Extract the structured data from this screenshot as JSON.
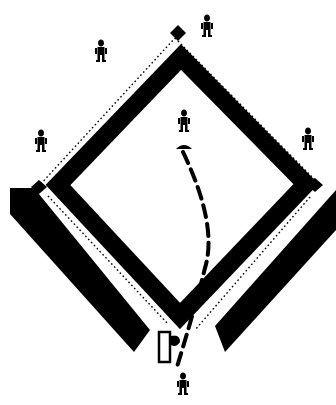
{
  "game": {
    "scene": "baseball-field-overhead",
    "colors": {
      "background": "#ffffff",
      "ink": "#000000"
    },
    "players": [
      {
        "role": "center-fielder",
        "icon": "player-figure-icon"
      },
      {
        "role": "left-fielder",
        "icon": "player-figure-icon"
      },
      {
        "role": "third-baseman",
        "icon": "player-figure-icon"
      },
      {
        "role": "pitcher",
        "icon": "player-figure-icon"
      },
      {
        "role": "first-baseman",
        "icon": "player-figure-icon"
      },
      {
        "role": "batter",
        "icon": "player-figure-icon"
      }
    ],
    "bases": [
      "second-base",
      "third-base",
      "first-base"
    ],
    "ball_path": "pitch-from-mound-to-home-plate"
  }
}
